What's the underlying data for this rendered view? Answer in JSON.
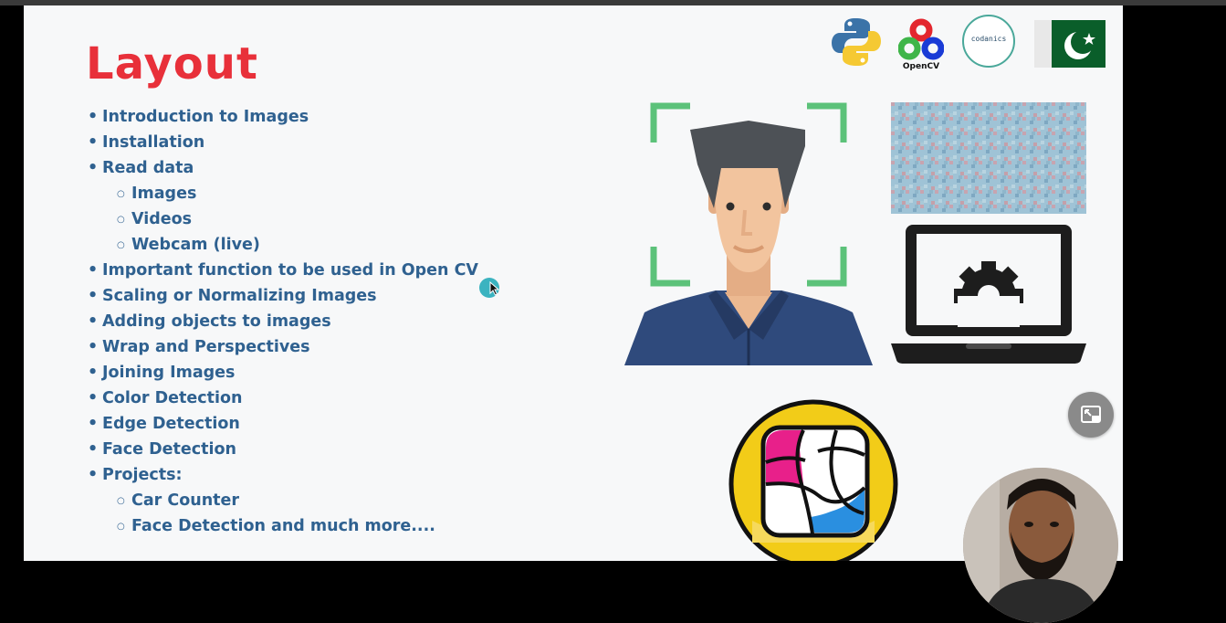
{
  "slide": {
    "title": "Layout",
    "items": [
      {
        "label": "Introduction to Images",
        "level": 1
      },
      {
        "label": "Installation",
        "level": 1
      },
      {
        "label": "Read data",
        "level": 1
      },
      {
        "label": "Images",
        "level": 2
      },
      {
        "label": "Videos",
        "level": 2
      },
      {
        "label": "Webcam (live)",
        "level": 2
      },
      {
        "label": "Important function to be used in Open CV",
        "level": 1
      },
      {
        "label": "Scaling or Normalizing Images",
        "level": 1
      },
      {
        "label": "Adding objects to images",
        "level": 1
      },
      {
        "label": "Wrap and Perspectives",
        "level": 1
      },
      {
        "label": "Joining Images",
        "level": 1
      },
      {
        "label": "Color Detection",
        "level": 1
      },
      {
        "label": "Edge Detection",
        "level": 1
      },
      {
        "label": "Face Detection",
        "level": 1
      },
      {
        "label": "Projects:",
        "level": 1
      },
      {
        "label": "Car Counter",
        "level": 2
      },
      {
        "label": "Face Detection and much more....",
        "level": 2
      }
    ]
  },
  "logos": {
    "opencv_label": "OpenCV",
    "codanics_label": "codanics"
  },
  "icons": {
    "python": "python-logo-icon",
    "opencv": "opencv-logo-icon",
    "codanics": "codanics-logo-icon",
    "flag": "pakistan-flag-icon",
    "pip": "picture-in-picture-icon"
  },
  "colors": {
    "title": "#e8303a",
    "text": "#2f6190",
    "background": "#f7f8f9",
    "frame_green": "#5cc27a"
  }
}
